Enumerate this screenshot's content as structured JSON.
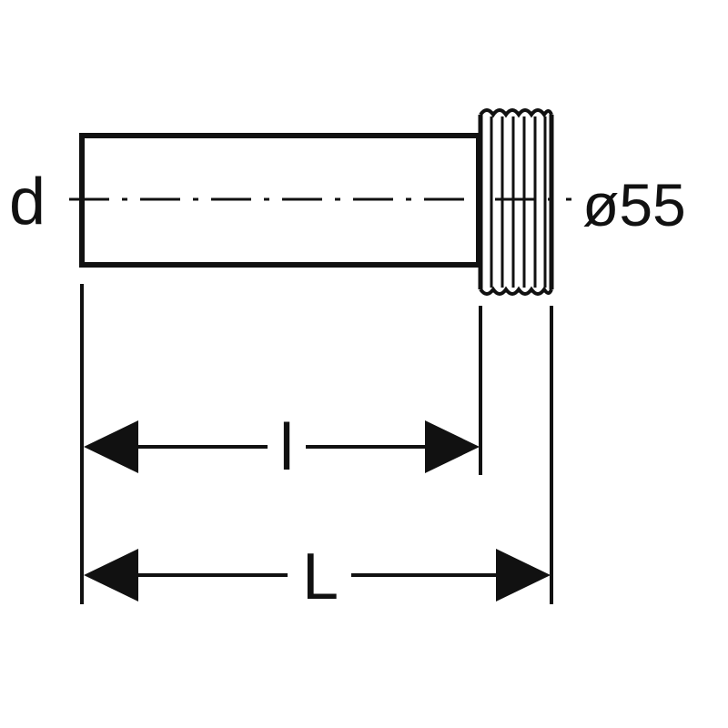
{
  "labels": {
    "diameter_left": "d",
    "diameter_right": "ø55",
    "length_short": "l",
    "length_total": "L"
  },
  "colors": {
    "line": "#111111",
    "background": "#ffffff"
  }
}
